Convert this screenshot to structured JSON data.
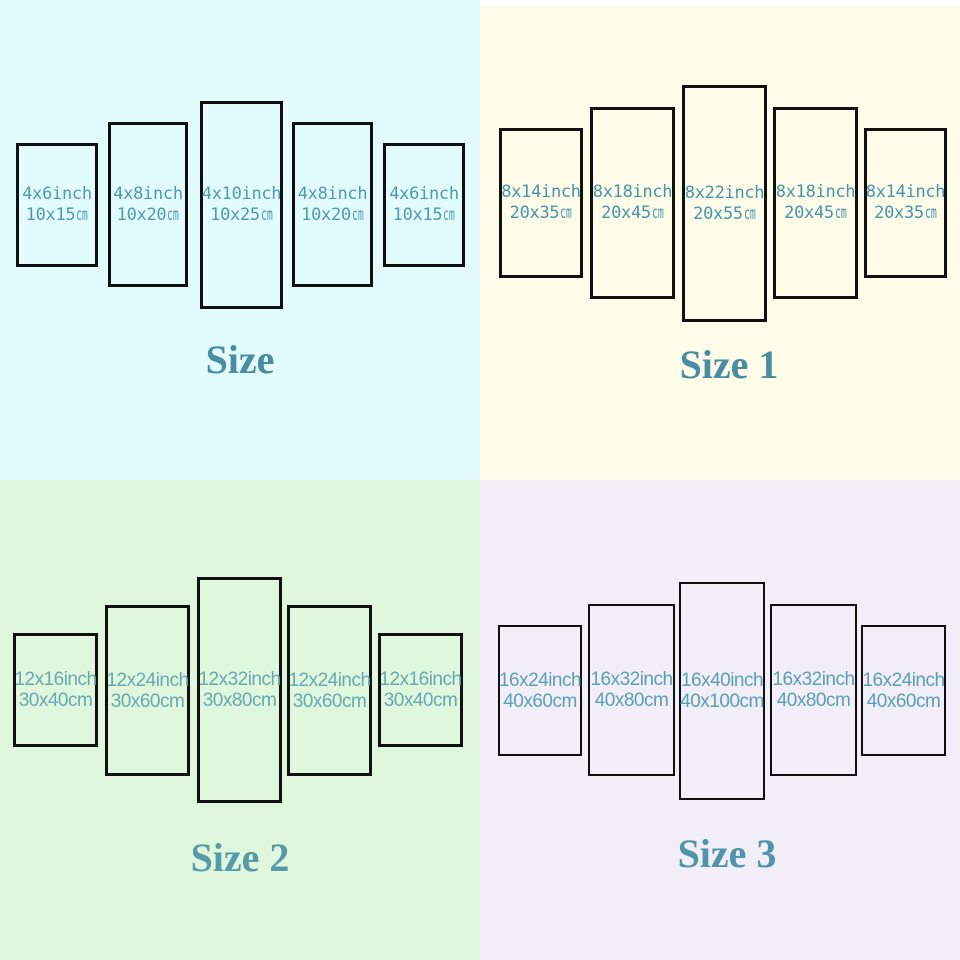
{
  "quadrants": [
    {
      "id": "size",
      "title": "Size",
      "bg": "#e2fbfc",
      "text_color": "#4f9ab0",
      "title_color": "#4a8ca1",
      "panels": [
        {
          "inch": "4x6inch",
          "cm_value": "10x15",
          "cm_unit": "cm"
        },
        {
          "inch": "4x8inch",
          "cm_value": "10x20",
          "cm_unit": "cm"
        },
        {
          "inch": "4x10inch",
          "cm_value": "10x25",
          "cm_unit": "cm"
        },
        {
          "inch": "4x8inch",
          "cm_value": "10x20",
          "cm_unit": "cm"
        },
        {
          "inch": "4x6inch",
          "cm_value": "10x15",
          "cm_unit": "cm"
        }
      ]
    },
    {
      "id": "size-1",
      "title": "Size 1",
      "bg": "#fdfce8",
      "text_color": "#4a95aa",
      "title_color": "#4a8ca1",
      "panels": [
        {
          "inch": "8x14inch",
          "cm_value": "20x35",
          "cm_unit": "cm"
        },
        {
          "inch": "8x18inch",
          "cm_value": "20x45",
          "cm_unit": "cm"
        },
        {
          "inch": "8x22inch",
          "cm_value": "20x55",
          "cm_unit": "cm"
        },
        {
          "inch": "8x18inch",
          "cm_value": "20x45",
          "cm_unit": "cm"
        },
        {
          "inch": "8x14inch",
          "cm_value": "20x35",
          "cm_unit": "cm"
        }
      ]
    },
    {
      "id": "size-2",
      "title": "Size 2",
      "bg": "#def7dd",
      "text_color": "#6aa8b4",
      "title_color": "#579aa9",
      "panels": [
        {
          "inch": "12x16inch",
          "cm_value": "30x40",
          "cm_unit": "cm"
        },
        {
          "inch": "12x24inch",
          "cm_value": "30x60",
          "cm_unit": "cm"
        },
        {
          "inch": "12x32inch",
          "cm_value": "30x80",
          "cm_unit": "cm"
        },
        {
          "inch": "12x24inch",
          "cm_value": "30x60",
          "cm_unit": "cm"
        },
        {
          "inch": "12x16inch",
          "cm_value": "30x40",
          "cm_unit": "cm"
        }
      ]
    },
    {
      "id": "size-3",
      "title": "Size 3",
      "bg": "#f1eef7",
      "text_color": "#5b9fb6",
      "title_color": "#5094ab",
      "panels": [
        {
          "inch": "16x24inch",
          "cm_value": "40x60",
          "cm_unit": "cm"
        },
        {
          "inch": "16x32inch",
          "cm_value": "40x80",
          "cm_unit": "cm"
        },
        {
          "inch": "16x40inch",
          "cm_value": "40x100",
          "cm_unit": "cm"
        },
        {
          "inch": "16x32inch",
          "cm_value": "40x80",
          "cm_unit": "cm"
        },
        {
          "inch": "16x24inch",
          "cm_value": "40x60",
          "cm_unit": "cm"
        }
      ]
    }
  ]
}
